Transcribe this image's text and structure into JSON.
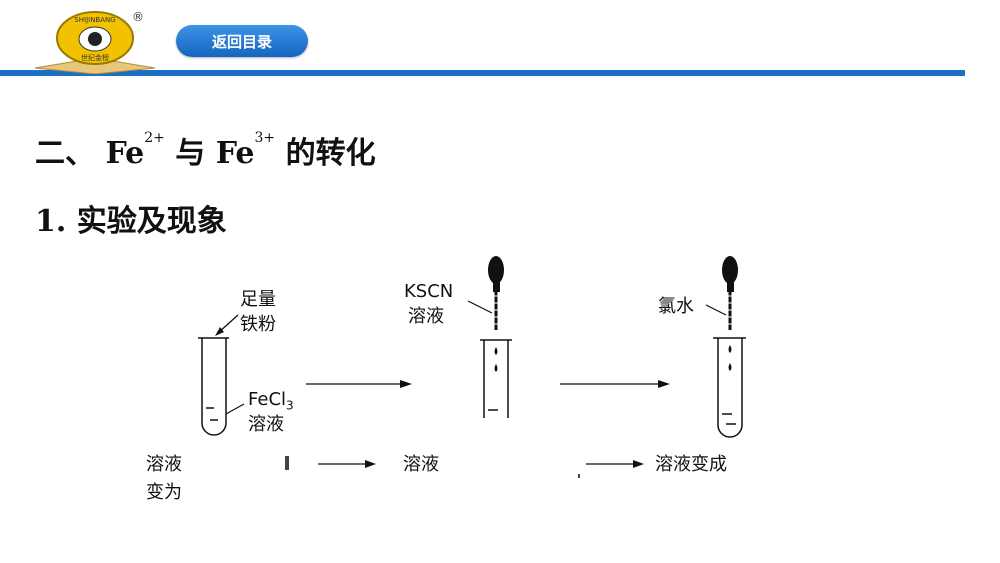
{
  "header": {
    "back_label": "返回目录",
    "logo_text": "SHIJINBANG",
    "logo_caption": "世纪金榜",
    "reg_mark": "®"
  },
  "heading": {
    "prefix": "二、 Fe",
    "sup1": "2+",
    "mid": " 与 Fe",
    "sup2": "3+",
    "suffix": " 的转化"
  },
  "subheading": "1. 实验及现象",
  "diagram": {
    "tube1_top_label_1": "足量",
    "tube1_top_label_2": "铁粉",
    "tube1_side_label_1": "FeCl",
    "tube1_side_label_sub": "3",
    "tube1_side_label_2": "溶液",
    "dropper2_label_1": "KSCN",
    "dropper2_label_2": "溶液",
    "dropper3_label": "氯水",
    "result1_line1": "溶液",
    "result1_line2": "变为",
    "result2": "溶液",
    "result3": "溶液变成"
  },
  "colors": {
    "accent": "#1b6fc4",
    "button_top": "#3e93e6",
    "button_bottom": "#1565c0"
  }
}
